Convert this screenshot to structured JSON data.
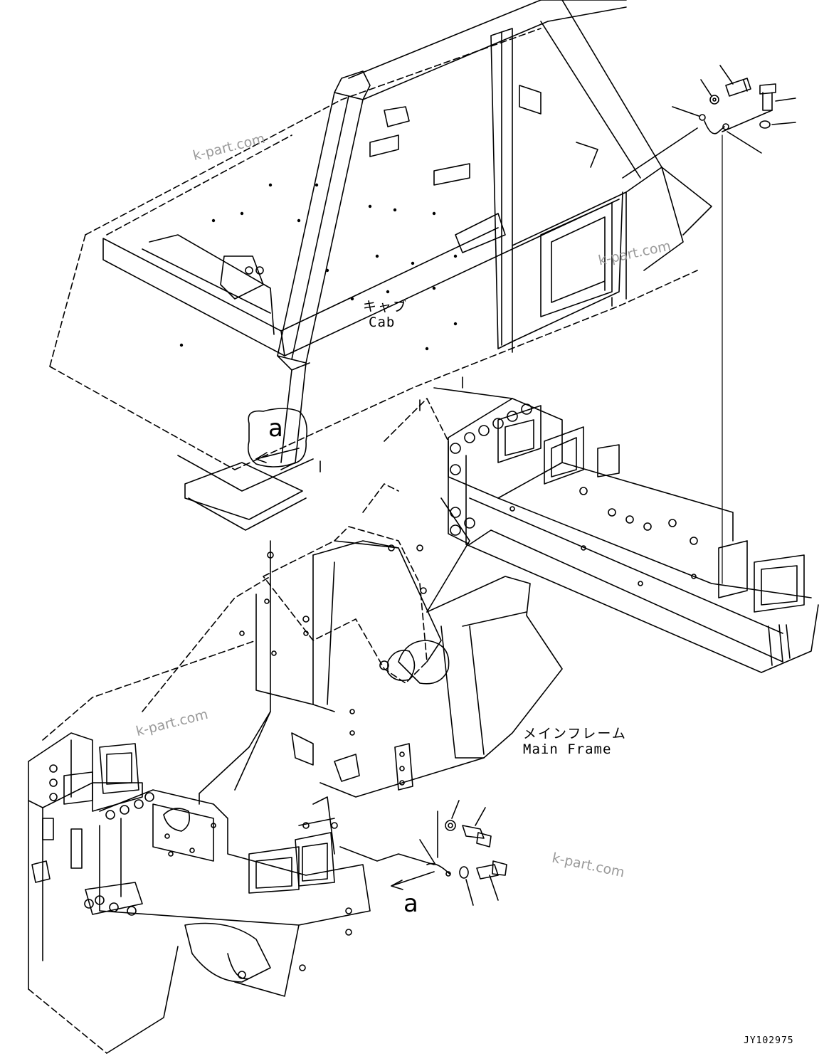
{
  "labels": {
    "cab_jp": "キャブ",
    "cab_en": "Cab",
    "frame_jp": "メインフレーム",
    "frame_en": "Main Frame",
    "view_ref_top": "a",
    "view_ref_bottom": "a",
    "drawing_code": "JY102975"
  },
  "watermarks": [
    "k-part.com",
    "k-part.com",
    "k-part.com",
    "k-part.com"
  ],
  "colors": {
    "line": "#000000",
    "watermark": "#9a9a9a",
    "background": "#ffffff"
  }
}
